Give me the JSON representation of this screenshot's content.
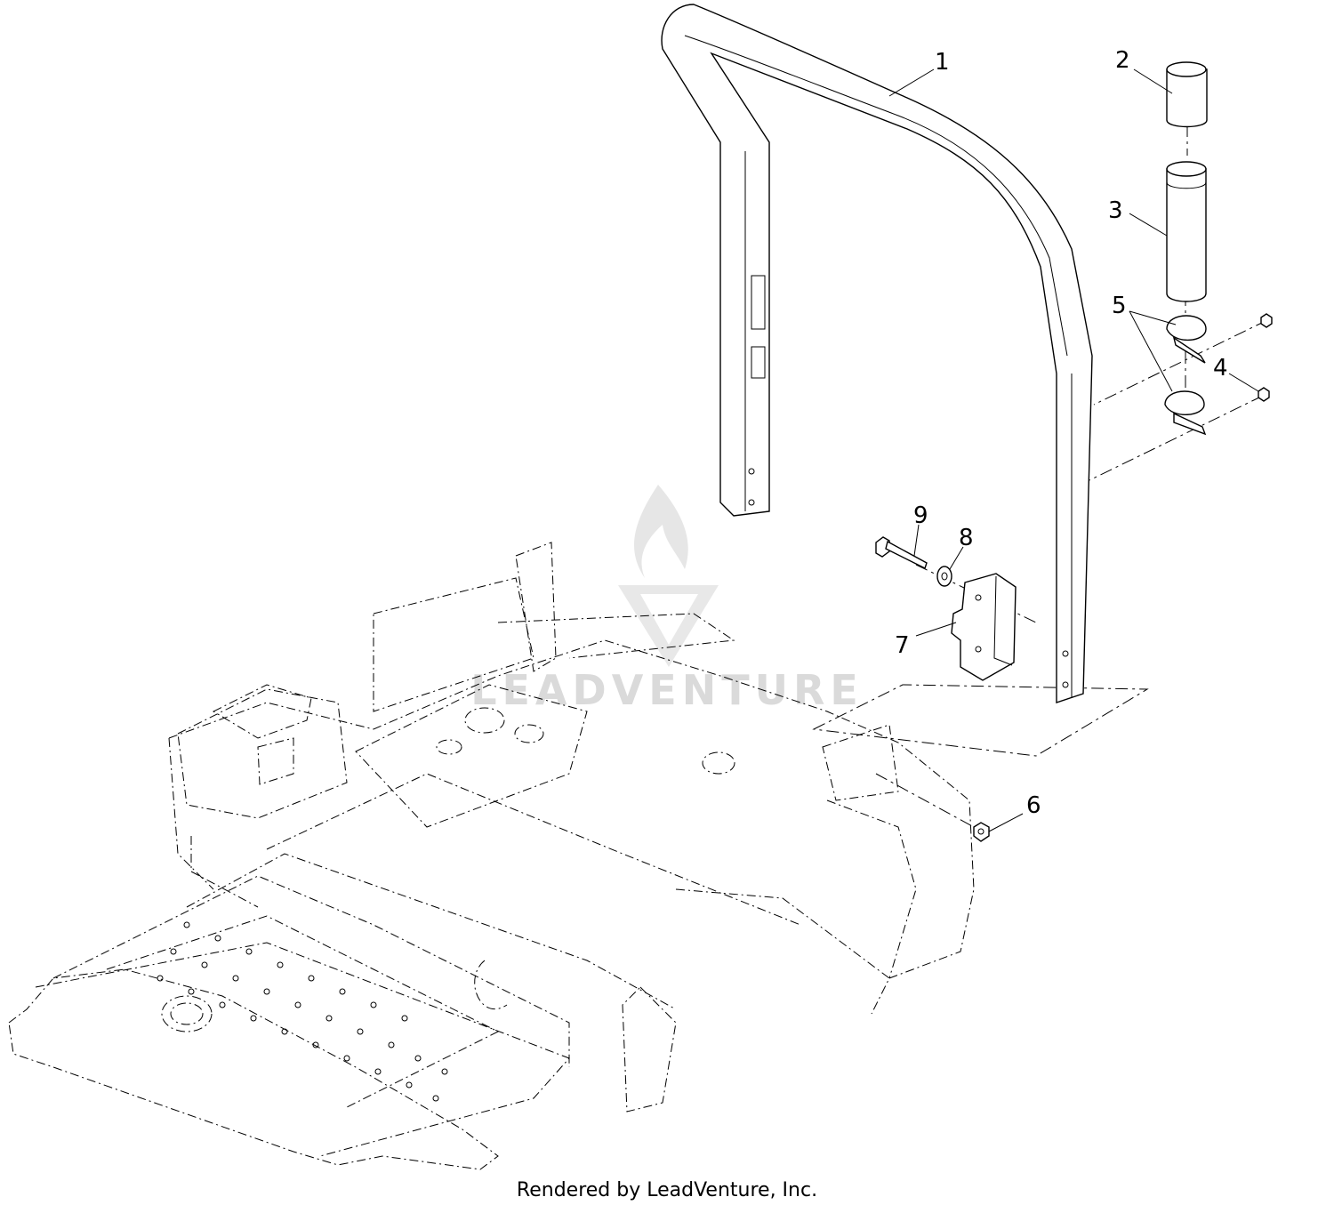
{
  "callouts": [
    {
      "num": "1",
      "part": "roll-bar"
    },
    {
      "num": "2",
      "part": "cap"
    },
    {
      "num": "3",
      "part": "tube"
    },
    {
      "num": "4",
      "part": "nut"
    },
    {
      "num": "5",
      "part": "clamp"
    },
    {
      "num": "6",
      "part": "nut"
    },
    {
      "num": "7",
      "part": "bracket"
    },
    {
      "num": "8",
      "part": "washer"
    },
    {
      "num": "9",
      "part": "bolt"
    }
  ],
  "watermark": {
    "logo_icon": "leadventure-flame-logo",
    "text": "LEADVENTURE"
  },
  "footer": {
    "credit": "Rendered by LeadVenture, Inc."
  },
  "colors": {
    "line": "#000000",
    "watermark": "#d6d6d6",
    "background": "#ffffff"
  }
}
